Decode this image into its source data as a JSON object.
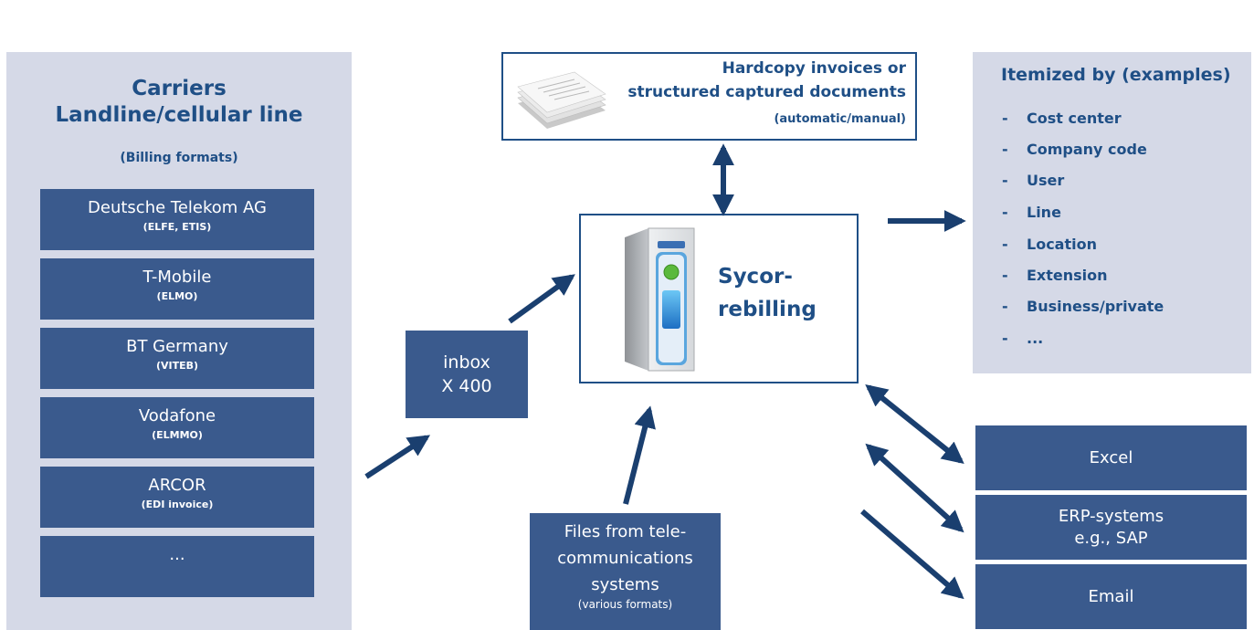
{
  "carriers": {
    "title_line1": "Carriers",
    "title_line2": "Landline/cellular line",
    "subtitle": "(Billing formats)",
    "items": [
      {
        "name": "Deutsche Telekom AG",
        "format": "(ELFE, ETIS)"
      },
      {
        "name": "T-Mobile",
        "format": "(ELMO)"
      },
      {
        "name": "BT Germany",
        "format": "(VITEB)"
      },
      {
        "name": "Vodafone",
        "format": "(ELMMO)"
      },
      {
        "name": "ARCOR",
        "format": "(EDI invoice)"
      },
      {
        "name": "...",
        "format": ""
      }
    ]
  },
  "inbox": {
    "line1": "inbox",
    "line2": "X 400"
  },
  "hardcopy": {
    "line1": "Hardcopy invoices or",
    "line2": "structured captured documents",
    "line3": "(automatic/manual)"
  },
  "sycor": {
    "line1": "Sycor-",
    "line2": "rebilling"
  },
  "files": {
    "line1": "Files from tele-",
    "line2": "communications",
    "line3": "systems",
    "line4": "(various formats)"
  },
  "itemized": {
    "title": "Itemized by (examples)",
    "dash": "-",
    "items": [
      "Cost center",
      "Company code",
      "User",
      "Line",
      "Location",
      "Extension",
      "Business/private",
      "..."
    ]
  },
  "outputs": {
    "excel": "Excel",
    "erp_line1": "ERP-systems",
    "erp_line2": "e.g., SAP",
    "email": "Email"
  },
  "colors": {
    "dark_box": "#3a5a8d",
    "light_panel": "#d5d9e7",
    "text_blue": "#1f4f86",
    "arrow": "#1a3f6f"
  }
}
